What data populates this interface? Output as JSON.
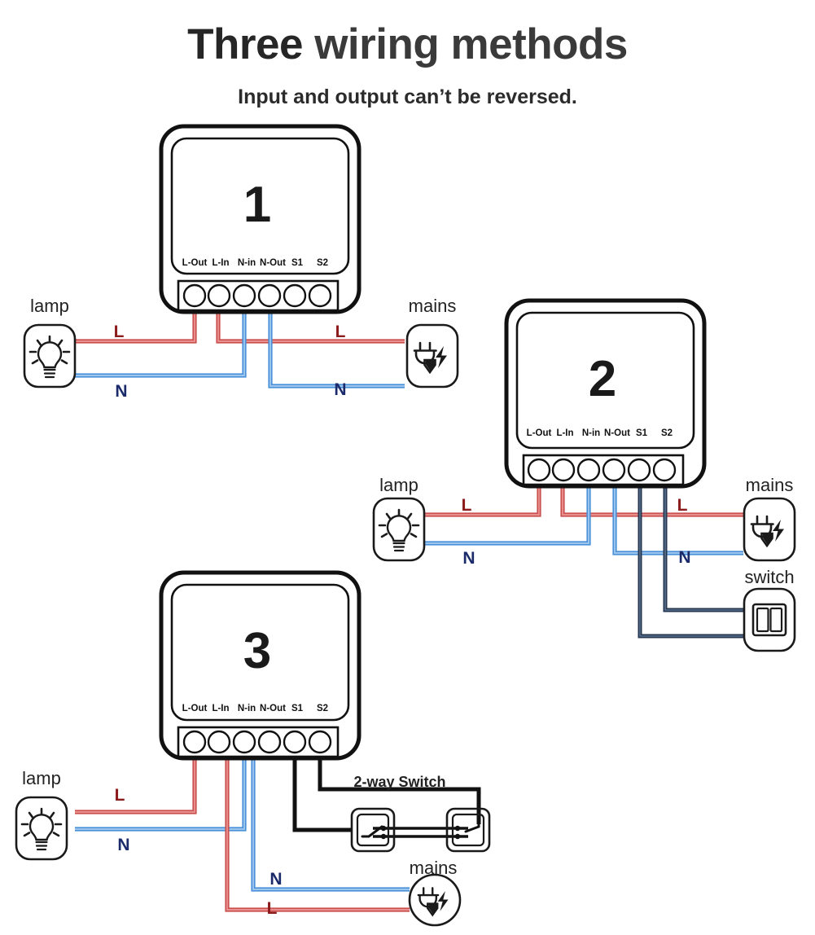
{
  "header": {
    "title_accent": "Three",
    "title_rest": " wiring methods",
    "title_full": "Three wiring methods",
    "subtitle": "Input and output can’t be reversed."
  },
  "colors": {
    "live_wire": "#c9504e",
    "neutral_wire": "#4a90d9",
    "switch_wire_navy": "#25374f",
    "switch_wire_black": "#111111",
    "live_label": "#8c1c1c",
    "neutral_label": "#1b2a6b",
    "device_outline": "#111111",
    "title": "#3a3a3a"
  },
  "terminal_labels": [
    "L-Out",
    "L-In",
    "N-in",
    "N-Out",
    "S1",
    "S2"
  ],
  "diagrams": [
    {
      "id": "diagram-1",
      "device_number": "1",
      "nodes": [
        {
          "name": "lamp",
          "label": "lamp",
          "icon": "lightbulb-icon"
        },
        {
          "name": "mains",
          "label": "mains",
          "icon": "power-plug-icon"
        }
      ],
      "wire_labels": [
        {
          "text": "L",
          "role": "live",
          "side": "lamp"
        },
        {
          "text": "N",
          "role": "neutral",
          "side": "lamp"
        },
        {
          "text": "L",
          "role": "live",
          "side": "mains"
        },
        {
          "text": "N",
          "role": "neutral",
          "side": "mains"
        }
      ],
      "connections": [
        {
          "from": "lamp-L",
          "to": "L-Out",
          "color": "live"
        },
        {
          "from": "mains-L",
          "to": "L-In",
          "color": "live"
        },
        {
          "from": "lamp-N",
          "to": "N-in",
          "color": "neutral"
        },
        {
          "from": "mains-N",
          "to": "N-Out",
          "color": "neutral"
        }
      ],
      "unused_terminals": [
        "S1",
        "S2"
      ]
    },
    {
      "id": "diagram-2",
      "device_number": "2",
      "nodes": [
        {
          "name": "lamp",
          "label": "lamp",
          "icon": "lightbulb-icon"
        },
        {
          "name": "mains",
          "label": "mains",
          "icon": "power-plug-icon"
        },
        {
          "name": "switch",
          "label": "switch",
          "icon": "wall-switch-icon"
        }
      ],
      "wire_labels": [
        {
          "text": "L",
          "role": "live",
          "side": "lamp"
        },
        {
          "text": "N",
          "role": "neutral",
          "side": "lamp"
        },
        {
          "text": "L",
          "role": "live",
          "side": "mains"
        },
        {
          "text": "N",
          "role": "neutral",
          "side": "mains"
        }
      ],
      "connections": [
        {
          "from": "lamp-L",
          "to": "L-Out",
          "color": "live"
        },
        {
          "from": "mains-L",
          "to": "L-In",
          "color": "live"
        },
        {
          "from": "lamp-N",
          "to": "N-in",
          "color": "neutral"
        },
        {
          "from": "mains-N",
          "to": "N-Out",
          "color": "neutral"
        },
        {
          "from": "S1",
          "to": "switch",
          "color": "navy"
        },
        {
          "from": "S2",
          "to": "switch",
          "color": "navy"
        }
      ],
      "unused_terminals": []
    },
    {
      "id": "diagram-3",
      "device_number": "3",
      "nodes": [
        {
          "name": "lamp",
          "label": "lamp",
          "icon": "lightbulb-icon"
        },
        {
          "name": "mains",
          "label": "mains",
          "icon": "power-plug-icon-round"
        },
        {
          "name": "two-way-switch",
          "label": "2-way Switch",
          "icon": "two-way-switch-icon"
        }
      ],
      "wire_labels": [
        {
          "text": "L",
          "role": "live",
          "side": "lamp"
        },
        {
          "text": "N",
          "role": "neutral",
          "side": "lamp"
        },
        {
          "text": "N",
          "role": "neutral",
          "side": "mains"
        },
        {
          "text": "L",
          "role": "live",
          "side": "mains"
        }
      ],
      "connections": [
        {
          "from": "lamp-L",
          "to": "L-Out",
          "color": "live"
        },
        {
          "from": "mains-L",
          "to": "L-In",
          "color": "live"
        },
        {
          "from": "lamp-N",
          "to": "N-in",
          "color": "neutral"
        },
        {
          "from": "mains-N",
          "to": "N-Out",
          "color": "neutral"
        },
        {
          "from": "S1",
          "to": "switch-left",
          "color": "black"
        },
        {
          "from": "S2",
          "to": "switch-right",
          "color": "black"
        }
      ],
      "unused_terminals": []
    }
  ]
}
